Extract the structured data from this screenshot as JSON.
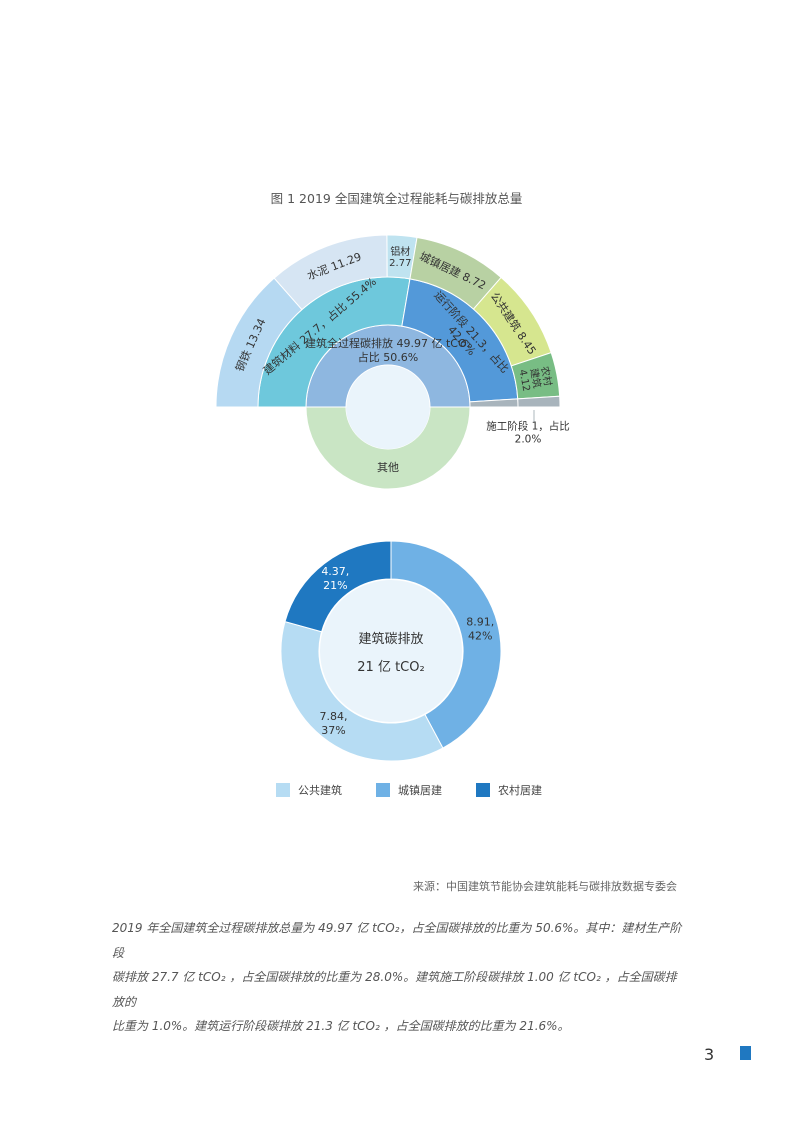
{
  "figure_title": "图 1 2019 全国建筑全过程能耗与碳排放总量",
  "source": "来源：中国建筑节能协会建筑能耗与碳排放数据专委会",
  "caption_lines": [
    "2019 年全国建筑全过程碳排放总量为 49.97 亿 tCO₂，占全国碳排放的比重为 50.6%。其中：建材生产阶段",
    "碳排放 27.7 亿 tCO₂ ，占全国碳排放的比重为 28.0%。建筑施工阶段碳排放 1.00 亿 tCO₂ ，占全国碳排放的",
    "比重为 1.0%。建筑运行阶段碳排放 21.3 亿 tCO₂ ，占全国碳排放的比重为 21.6%。"
  ],
  "page_number": "3",
  "colors": {
    "steel": "#b6d9f2",
    "cement": "#d6e5f3",
    "aluminum": "#bfe3f0",
    "materials": "#6ec8dc",
    "operation": "#5399d9",
    "construction": "#a8b4bc",
    "urban": "#b8d1a3",
    "public": "#d6e68f",
    "rural": "#78bd84",
    "core": "#8eb7e0",
    "other": "#c9e5c4",
    "hole": "#eaf4fb",
    "donut_public": "#b6dcf3",
    "donut_urban": "#6fb1e5",
    "donut_rural": "#1f78c1",
    "donut_center": "#eaf4fb",
    "accent": "#1f78c1"
  },
  "chart_data": [
    {
      "type": "sunburst",
      "title": "图 1 2019 全国建筑全过程能耗与碳排放总量",
      "core": {
        "label_lines": [
          "建筑全过程碳排放 49.97 亿 tCO₂",
          "占比 50.6%"
        ],
        "value": 49.97,
        "share": 50.6
      },
      "other": {
        "label": "其他",
        "share": 49.4
      },
      "stages": [
        {
          "label": "建筑材料 27.7，占比 55.4%",
          "value": 27.7,
          "share": 55.4
        },
        {
          "label": "施工阶段 1，占比 2.0%",
          "label_lines": [
            "施工阶段 1，占比",
            "2.0%"
          ],
          "value": 1.0,
          "share": 2.0
        },
        {
          "label": "运行阶段 21.3，占比 42.6%",
          "label_lines": [
            "运行阶段 21.3，占比",
            "42.6%"
          ],
          "value": 21.3,
          "share": 42.6
        }
      ],
      "details": [
        {
          "label": "钢铁 13.34",
          "stage": "建筑材料",
          "value": 13.34
        },
        {
          "label": "水泥 11.29",
          "stage": "建筑材料",
          "value": 11.29
        },
        {
          "label_lines": [
            "铝材",
            "2.77"
          ],
          "stage": "建筑材料",
          "value": 2.77
        },
        {
          "label": "城镇居建 8.72",
          "stage": "运行阶段",
          "value": 8.72
        },
        {
          "label": "公共建筑 8.45",
          "stage": "运行阶段",
          "value": 8.45
        },
        {
          "label_lines": [
            "农村",
            "建筑",
            "4.12"
          ],
          "stage": "运行阶段",
          "value": 4.12
        }
      ]
    },
    {
      "type": "donut",
      "center_label": "建筑碳排放",
      "center_value": "21 亿 tCO₂",
      "series": [
        {
          "name": "公共建筑",
          "value": 7.84,
          "share": 37,
          "label_lines": [
            "7.84,",
            "37%"
          ]
        },
        {
          "name": "城镇居建",
          "value": 8.91,
          "share": 42,
          "label_lines": [
            "8.91,",
            "42%"
          ]
        },
        {
          "name": "农村居建",
          "value": 4.37,
          "share": 21,
          "label_lines": [
            "4.37,",
            "21%"
          ]
        }
      ],
      "legend": [
        "公共建筑",
        "城镇居建",
        "农村居建"
      ]
    }
  ]
}
